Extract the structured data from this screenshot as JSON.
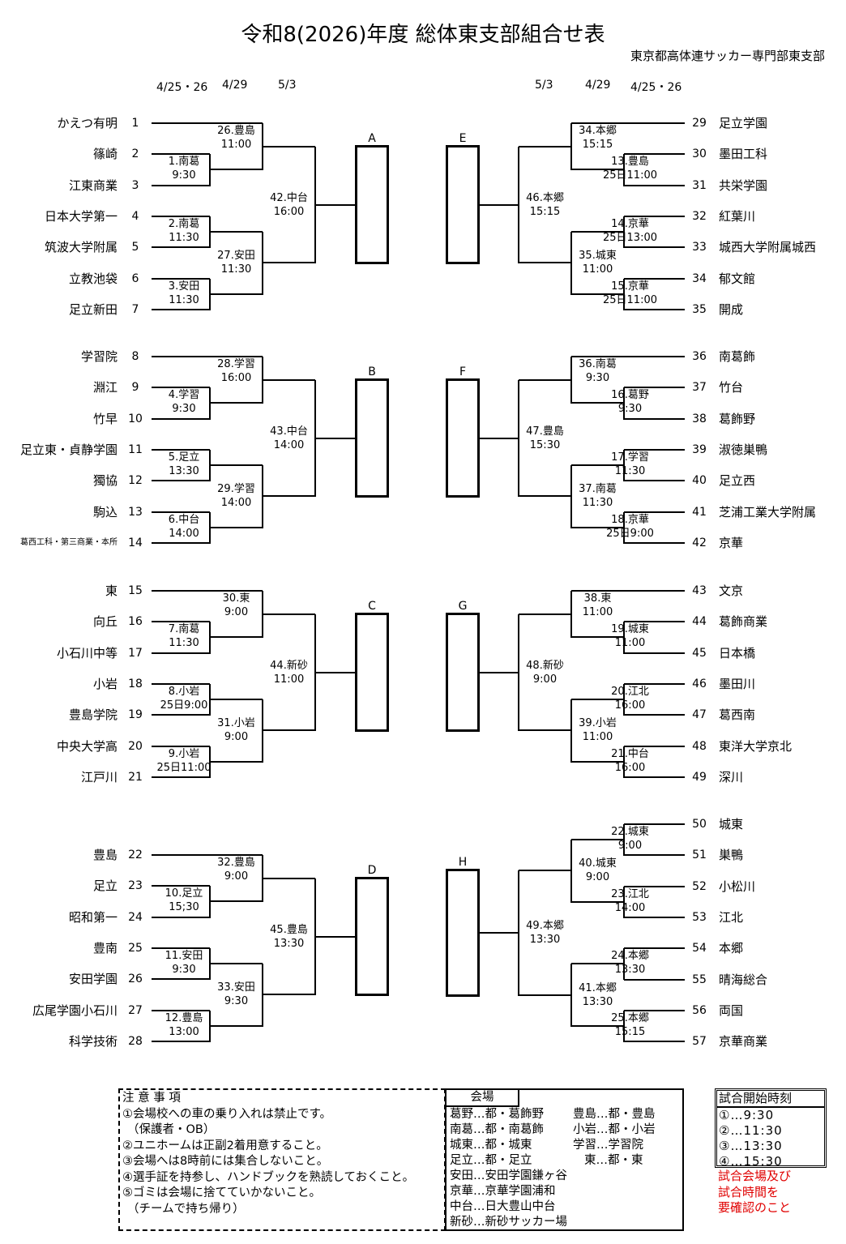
{
  "header": {
    "title": "令和8(2026)年度 総体東支部組合せ表",
    "organizer": "東京都高体連サッカー専門部東支部",
    "dates_left": [
      "4/25・26",
      "4/29",
      "5/3"
    ],
    "dates_right": [
      "5/3",
      "4/29",
      "4/25・26"
    ]
  },
  "blocks": {
    "left": [
      {
        "label": "A",
        "teams": [
          {
            "seed": "1",
            "name": "かえつ有明"
          },
          {
            "seed": "2",
            "name": "篠崎"
          },
          {
            "seed": "3",
            "name": "江東商業"
          },
          {
            "seed": "4",
            "name": "日本大学第一"
          },
          {
            "seed": "5",
            "name": "筑波大学附属"
          },
          {
            "seed": "6",
            "name": "立教池袋"
          },
          {
            "seed": "7",
            "name": "足立新田"
          }
        ],
        "r1": [
          {
            "no": "1.南葛",
            "time": "9:30"
          },
          {
            "no": "2.南葛",
            "time": "11:30"
          },
          {
            "no": "3.安田",
            "time": "11:30"
          }
        ],
        "r2": [
          {
            "no": "26.豊島",
            "time": "11:00"
          },
          {
            "no": "27.安田",
            "time": "11:30"
          }
        ],
        "r3": {
          "no": "42.中台",
          "time": "16:00"
        }
      },
      {
        "label": "B",
        "teams": [
          {
            "seed": "8",
            "name": "学習院"
          },
          {
            "seed": "9",
            "name": "淵江"
          },
          {
            "seed": "10",
            "name": "竹早"
          },
          {
            "seed": "11",
            "name": "足立東・貞静学園"
          },
          {
            "seed": "12",
            "name": "獨協"
          },
          {
            "seed": "13",
            "name": "駒込"
          },
          {
            "seed": "14",
            "name": "葛西工科・第三商業・本所"
          }
        ],
        "r1": [
          {
            "no": "4.学習",
            "time": "9:30"
          },
          {
            "no": "5.足立",
            "time": "13:30"
          },
          {
            "no": "6.中台",
            "time": "14:00"
          }
        ],
        "r2": [
          {
            "no": "28.学習",
            "time": "16:00"
          },
          {
            "no": "29.学習",
            "time": "14:00"
          }
        ],
        "r3": {
          "no": "43.中台",
          "time": "14:00"
        }
      },
      {
        "label": "C",
        "teams": [
          {
            "seed": "15",
            "name": "東"
          },
          {
            "seed": "16",
            "name": "向丘"
          },
          {
            "seed": "17",
            "name": "小石川中等"
          },
          {
            "seed": "18",
            "name": "小岩"
          },
          {
            "seed": "19",
            "name": "豊島学院"
          },
          {
            "seed": "20",
            "name": "中央大学高"
          },
          {
            "seed": "21",
            "name": "江戸川"
          }
        ],
        "r1": [
          {
            "no": "7.南葛",
            "time": "11:30"
          },
          {
            "no": "8.小岩",
            "time": "25日9:00"
          },
          {
            "no": "9.小岩",
            "time": "25日11:00"
          }
        ],
        "r2": [
          {
            "no": "30.東",
            "time": "9:00"
          },
          {
            "no": "31.小岩",
            "time": "9:00"
          }
        ],
        "r3": {
          "no": "44.新砂",
          "time": "11:00"
        }
      },
      {
        "label": "D",
        "teams": [
          {
            "seed": "22",
            "name": "豊島"
          },
          {
            "seed": "23",
            "name": "足立"
          },
          {
            "seed": "24",
            "name": "昭和第一"
          },
          {
            "seed": "25",
            "name": "豊南"
          },
          {
            "seed": "26",
            "name": "安田学園"
          },
          {
            "seed": "27",
            "name": "広尾学園小石川"
          },
          {
            "seed": "28",
            "name": "科学技術"
          }
        ],
        "r1": [
          {
            "no": "10.足立",
            "time": "15;30"
          },
          {
            "no": "11.安田",
            "time": "9:30"
          },
          {
            "no": "12.豊島",
            "time": "13:00"
          }
        ],
        "r2": [
          {
            "no": "32.豊島",
            "time": "9:00"
          },
          {
            "no": "33.安田",
            "time": "9:30"
          }
        ],
        "r3": {
          "no": "45.豊島",
          "time": "13:30"
        }
      }
    ],
    "right": [
      {
        "label": "E",
        "teams": [
          {
            "seed": "29",
            "name": "足立学園"
          },
          {
            "seed": "30",
            "name": "墨田工科"
          },
          {
            "seed": "31",
            "name": "共栄学園"
          },
          {
            "seed": "32",
            "name": "紅葉川"
          },
          {
            "seed": "33",
            "name": "城西大学附属城西"
          },
          {
            "seed": "34",
            "name": "郁文館"
          },
          {
            "seed": "35",
            "name": "開成"
          }
        ],
        "r1": [
          {
            "no": "13.豊島",
            "time": "25日11:00"
          },
          {
            "no": "14.京華",
            "time": "25日13:00"
          },
          {
            "no": "15.京華",
            "time": "25日11:00"
          }
        ],
        "r2": [
          {
            "no": "34.本郷",
            "time": "15:15"
          },
          {
            "no": "35.城東",
            "time": "11:00"
          }
        ],
        "r3": {
          "no": "46.本郷",
          "time": "15:15"
        }
      },
      {
        "label": "F",
        "teams": [
          {
            "seed": "36",
            "name": "南葛飾"
          },
          {
            "seed": "37",
            "name": "竹台"
          },
          {
            "seed": "38",
            "name": "葛飾野"
          },
          {
            "seed": "39",
            "name": "淑徳巣鴨"
          },
          {
            "seed": "40",
            "name": "足立西"
          },
          {
            "seed": "41",
            "name": "芝浦工業大学附属"
          },
          {
            "seed": "42",
            "name": "京華"
          }
        ],
        "r1": [
          {
            "no": "16.葛野",
            "time": "9:30"
          },
          {
            "no": "17.学習",
            "time": "11:30"
          },
          {
            "no": "18.京華",
            "time": "25日9:00"
          }
        ],
        "r2": [
          {
            "no": "36.南葛",
            "time": "9:30"
          },
          {
            "no": "37.南葛",
            "time": "11:30"
          }
        ],
        "r3": {
          "no": "47.豊島",
          "time": "15:30"
        }
      },
      {
        "label": "G",
        "teams": [
          {
            "seed": "43",
            "name": "文京"
          },
          {
            "seed": "44",
            "name": "葛飾商業"
          },
          {
            "seed": "45",
            "name": "日本橋"
          },
          {
            "seed": "46",
            "name": "墨田川"
          },
          {
            "seed": "47",
            "name": "葛西南"
          },
          {
            "seed": "48",
            "name": "東洋大学京北"
          },
          {
            "seed": "49",
            "name": "深川"
          }
        ],
        "r1": [
          {
            "no": "19.城東",
            "time": "11:00"
          },
          {
            "no": "20.江北",
            "time": "16:00"
          },
          {
            "no": "21.中台",
            "time": "16:00"
          }
        ],
        "r2": [
          {
            "no": "38.東",
            "time": "11:00"
          },
          {
            "no": "39.小岩",
            "time": "11:00"
          }
        ],
        "r3": {
          "no": "48.新砂",
          "time": "9:00"
        }
      },
      {
        "label": "H",
        "teams": [
          {
            "seed": "50",
            "name": "城東"
          },
          {
            "seed": "51",
            "name": "巣鴨"
          },
          {
            "seed": "52",
            "name": "小松川"
          },
          {
            "seed": "53",
            "name": "江北"
          },
          {
            "seed": "54",
            "name": "本郷"
          },
          {
            "seed": "55",
            "name": "晴海総合"
          },
          {
            "seed": "56",
            "name": "両国"
          },
          {
            "seed": "57",
            "name": "京華商業"
          }
        ],
        "r1": [
          {
            "no": "22.城東",
            "time": "9:00"
          },
          {
            "no": "23.江北",
            "time": "14:00"
          },
          {
            "no": "24.本郷",
            "time": "13:30"
          },
          {
            "no": "25.本郷",
            "time": "15:15"
          }
        ],
        "r2": [
          {
            "no": "40.城東",
            "time": "9:00"
          },
          {
            "no": "41.本郷",
            "time": "13:30"
          }
        ],
        "r3": {
          "no": "49.本郷",
          "time": "13:30"
        }
      }
    ]
  },
  "notes": {
    "title": "注 意 事 項",
    "lines": [
      "①会場校への車の乗り入れは禁止です。",
      "（保護者・OB）",
      "②ユニホームは正副2着用意すること。",
      "③会場へは8時前には集合しないこと。",
      "④選手証を持参し、ハンドブックを熟読しておくこと。",
      "⑤ゴミは会場に捨てていかないこと。",
      "（チームで持ち帰り）"
    ]
  },
  "venues": {
    "title": "会場",
    "left": [
      "葛野…都・葛飾野",
      "南葛…都・南葛飾",
      "城東…都・城東",
      "足立…都・足立",
      "安田…安田学園鎌ヶ谷",
      "京華…京華学園浦和",
      "中台…日大豊山中台",
      "新砂…新砂サッカー場"
    ],
    "right": [
      "豊島…都・豊島",
      "小岩…都・小岩",
      "学習…学習院",
      "東…都・東"
    ]
  },
  "start_times": {
    "title": "試合開始時刻",
    "rows": [
      "①…9:30",
      "②…11:30",
      "③…13:30",
      "④…15:30"
    ]
  },
  "warning": {
    "lines": [
      "試合会場及び",
      "試合時間を",
      "要確認のこと"
    ],
    "color": "#e00000"
  }
}
